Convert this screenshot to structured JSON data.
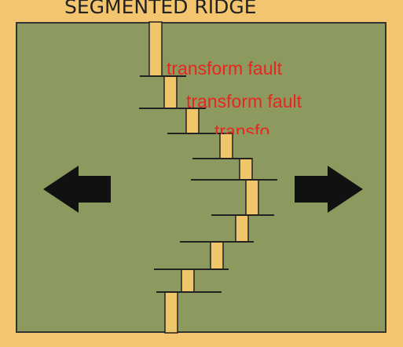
{
  "title": "SEGMENTED RIDGE",
  "colors": {
    "background": "#f4c56f",
    "panel": "#8c9a60",
    "ridge_fill": "#f0c66a",
    "fault_line": "#222222",
    "arrow": "#111111",
    "label": "#e8251f"
  },
  "arrows": [
    {
      "direction": "left",
      "icon": "arrow-left-icon"
    },
    {
      "direction": "right",
      "icon": "arrow-right-icon"
    }
  ],
  "annotations": [
    {
      "text": "transform fault"
    },
    {
      "text": "transform fault"
    },
    {
      "text": "transfo"
    }
  ]
}
